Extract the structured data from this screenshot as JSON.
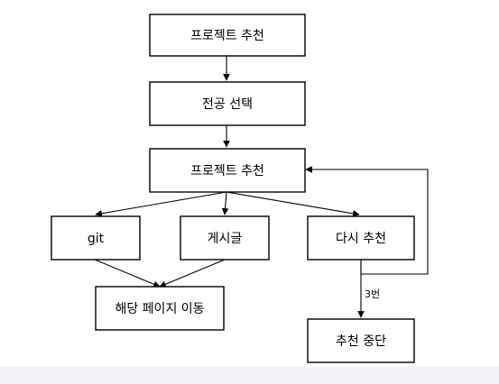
{
  "nodes": {
    "recommend_top": "프로젝트 추천",
    "select_major": "전공 선택",
    "recommend_mid": "프로젝트 추천",
    "git": "git",
    "post": "게시글",
    "recommend_again": "다시 추천",
    "goto_page": "해당 페이지 이동",
    "stop_recommend": "추천 중단"
  },
  "edges": {
    "three_times": "3번"
  },
  "colors": {
    "stroke": "#000000",
    "background": "#ffffff",
    "bottom_band": "#f3f4f7"
  }
}
